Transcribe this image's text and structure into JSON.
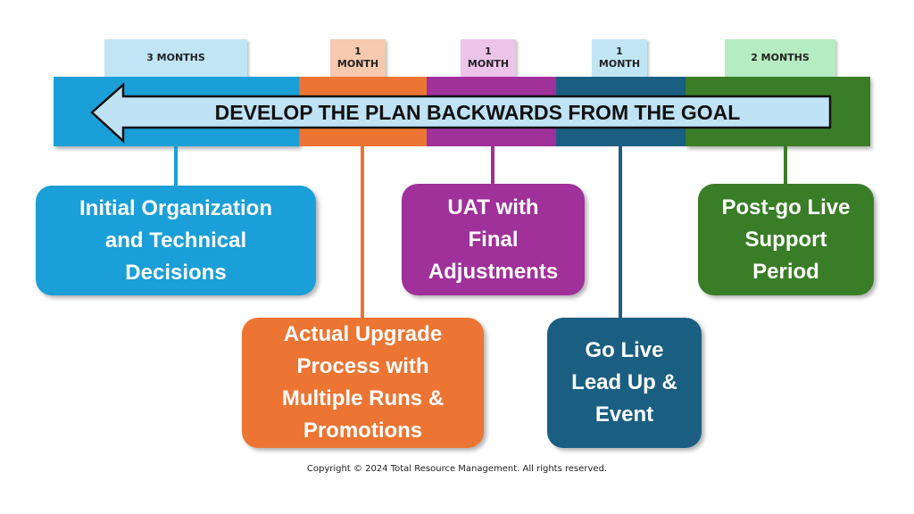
{
  "banner": {
    "text": "DEVELOP THE PLAN BACKWARDS FROM THE GOAL"
  },
  "phases": [
    {
      "duration": "3 MONTHS",
      "title": "Initial Organization\nand Technical\nDecisions",
      "color": "#1a9fd8",
      "tab_color": "#c2e5f6"
    },
    {
      "duration": "1\nMONTH",
      "title": "Actual Upgrade\nProcess with\nMultiple Runs &\nPromotions",
      "color": "#ec7533",
      "tab_color": "#f7c9ae"
    },
    {
      "duration": "1\nMONTH",
      "title": "UAT with\nFinal\nAdjustments",
      "color": "#a0309a",
      "tab_color": "#ecc4ea"
    },
    {
      "duration": "1\nMONTH",
      "title": "Go Live\nLead Up &\nEvent",
      "color": "#1a5f82",
      "tab_color": "#c2e5f6"
    },
    {
      "duration": "2 MONTHS",
      "title": "Post-go Live\nSupport\nPeriod",
      "color": "#3a7d27",
      "tab_color": "#b6ecc1"
    }
  ],
  "footer": {
    "copyright": "Copyright © 2024 Total Resource Management. All rights reserved."
  }
}
